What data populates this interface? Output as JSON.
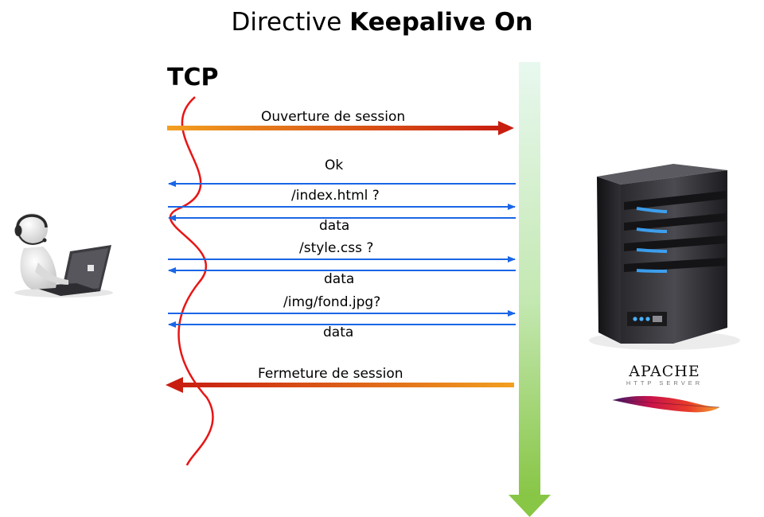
{
  "title": {
    "prefix": "Directive ",
    "strong": "Keepalive On"
  },
  "tcp_label": "TCP",
  "messages": {
    "open": "Ouverture de session",
    "ok": "Ok",
    "req_index": "/index.html ?",
    "data_1": "data",
    "req_style": "/style.css ?",
    "data_2": "data",
    "req_img": "/img/fond.jpg?",
    "data_3": "data",
    "close": "Fermeture de session"
  },
  "server_logo": {
    "name": "APACHE",
    "subtitle": "HTTP SERVER"
  },
  "colors": {
    "request_arrow": "#1a66e6",
    "session_arrow_start": "#f2a020",
    "session_arrow_end": "#c81e10",
    "tcp_wave": "#e81515",
    "timeline_top": "#e2f6e8",
    "timeline_bottom": "#8cc84c",
    "led": "#3da8ff"
  },
  "icons": [
    "client-user-icon",
    "server-icon",
    "apache-feather-icon"
  ]
}
